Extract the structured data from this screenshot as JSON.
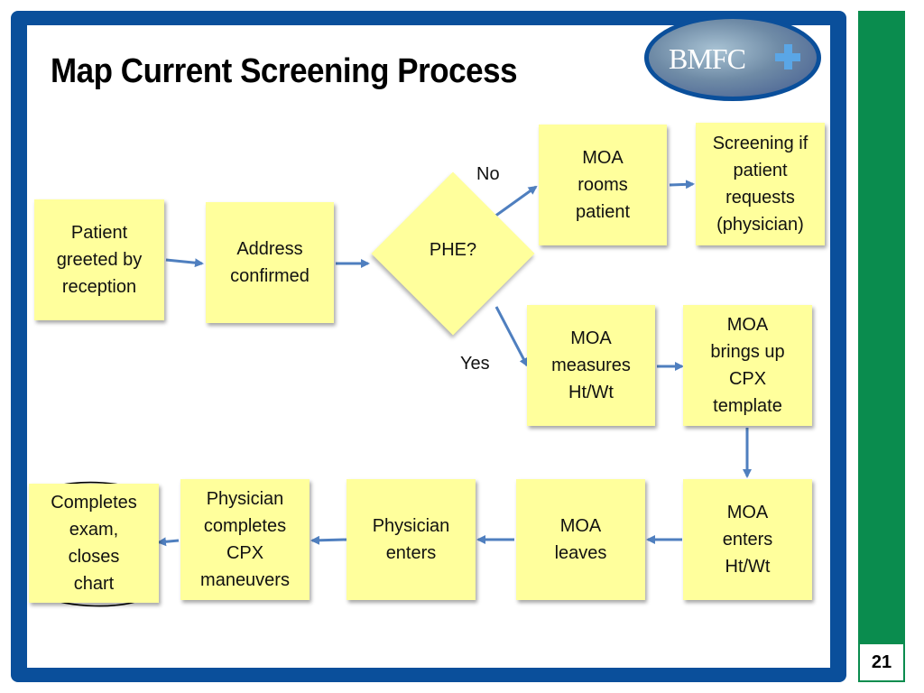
{
  "slide": {
    "title": "Map Current Screening Process",
    "page_number": "21",
    "logo_text": "BMFC",
    "colors": {
      "frame_blue": "#0a4f9b",
      "side_green": "#0a8c4e",
      "box_yellow": "#ffff9c",
      "arrow_blue": "#4f7fbf",
      "circle_ink": "#000000"
    }
  },
  "flow": {
    "patient_greeted": "Patient\ngreeted by\nreception",
    "address_confirmed": "Address\nconfirmed",
    "phe_decision": "PHE?",
    "label_no": "No",
    "label_yes": "Yes",
    "moa_rooms": "MOA\nrooms\npatient",
    "screening_if_requests": "Screening if\npatient\nrequests\n(physician)",
    "moa_measures": "MOA\nmeasures\nHt/Wt",
    "moa_cpx_template": "MOA\nbrings up\nCPX\ntemplate",
    "moa_enters": "MOA\nenters\nHt/Wt",
    "moa_leaves": "MOA\nleaves",
    "physician_enters": "Physician\nenters",
    "physician_completes": "Physician\ncompletes\nCPX\nmaneuvers",
    "completes_exam": "Completes\nexam,\ncloses\nchart"
  }
}
